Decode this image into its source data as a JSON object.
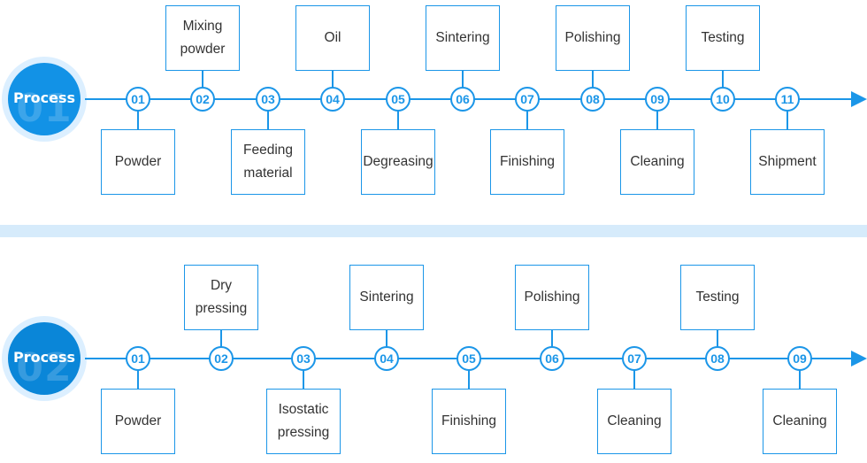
{
  "processes": [
    {
      "label": "Process",
      "number": "01",
      "steps": [
        {
          "num": "01",
          "text": "Powder",
          "pos": "below"
        },
        {
          "num": "02",
          "text": "Mixing powder",
          "pos": "above"
        },
        {
          "num": "03",
          "text": "Feeding material",
          "pos": "below"
        },
        {
          "num": "04",
          "text": "Oil",
          "pos": "above"
        },
        {
          "num": "05",
          "text": "Degreasing",
          "pos": "below"
        },
        {
          "num": "06",
          "text": "Sintering",
          "pos": "above"
        },
        {
          "num": "07",
          "text": "Finishing",
          "pos": "below"
        },
        {
          "num": "08",
          "text": "Polishing",
          "pos": "above"
        },
        {
          "num": "09",
          "text": "Cleaning",
          "pos": "below"
        },
        {
          "num": "10",
          "text": "Testing",
          "pos": "above"
        },
        {
          "num": "11",
          "text": "Shipment",
          "pos": "below"
        }
      ]
    },
    {
      "label": "Process",
      "number": "02",
      "steps": [
        {
          "num": "01",
          "text": "Powder",
          "pos": "below"
        },
        {
          "num": "02",
          "text": "Dry pressing",
          "pos": "above"
        },
        {
          "num": "03",
          "text": "Isostatic pressing",
          "pos": "below"
        },
        {
          "num": "04",
          "text": "Sintering",
          "pos": "above"
        },
        {
          "num": "05",
          "text": "Finishing",
          "pos": "below"
        },
        {
          "num": "06",
          "text": "Polishing",
          "pos": "above"
        },
        {
          "num": "07",
          "text": "Cleaning",
          "pos": "below"
        },
        {
          "num": "08",
          "text": "Testing",
          "pos": "above"
        },
        {
          "num": "09",
          "text": "Cleaning",
          "pos": "below"
        }
      ]
    }
  ],
  "colors": {
    "accent": "#1b96e8",
    "badge": "#1292e6",
    "divider": "#d6ebfb"
  }
}
